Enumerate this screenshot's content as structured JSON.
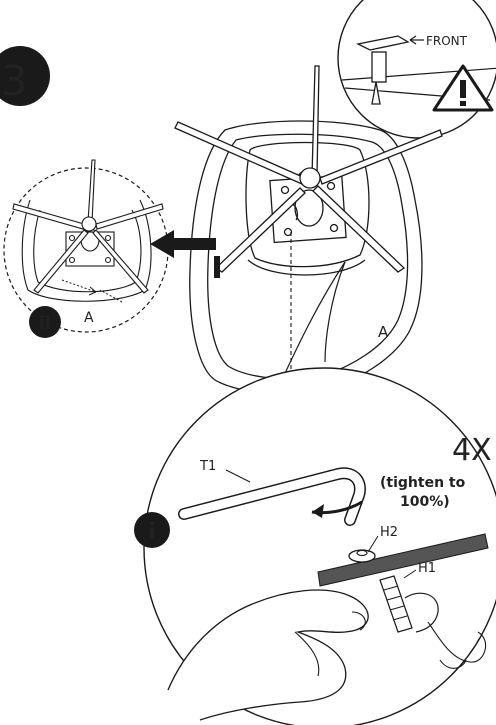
{
  "step": {
    "number": "3"
  },
  "callouts": {
    "detail_ii": "ii",
    "detail_i": "i"
  },
  "labels": {
    "front": "FRONT",
    "part_a_main": "A",
    "part_a_detail": "A",
    "tool": "T1",
    "quantity": "4X",
    "tighten_line1": "(tighten to",
    "tighten_line2": "100%)",
    "washer": "H2",
    "bolt": "H1"
  },
  "icons": {
    "warning": "warning-triangle-icon",
    "arrow": "left-arrow-icon",
    "rotate": "rotate-arrow-icon"
  },
  "colors": {
    "ink": "#1a1a1a",
    "bar": "#555555",
    "fill": "#ffffff"
  }
}
